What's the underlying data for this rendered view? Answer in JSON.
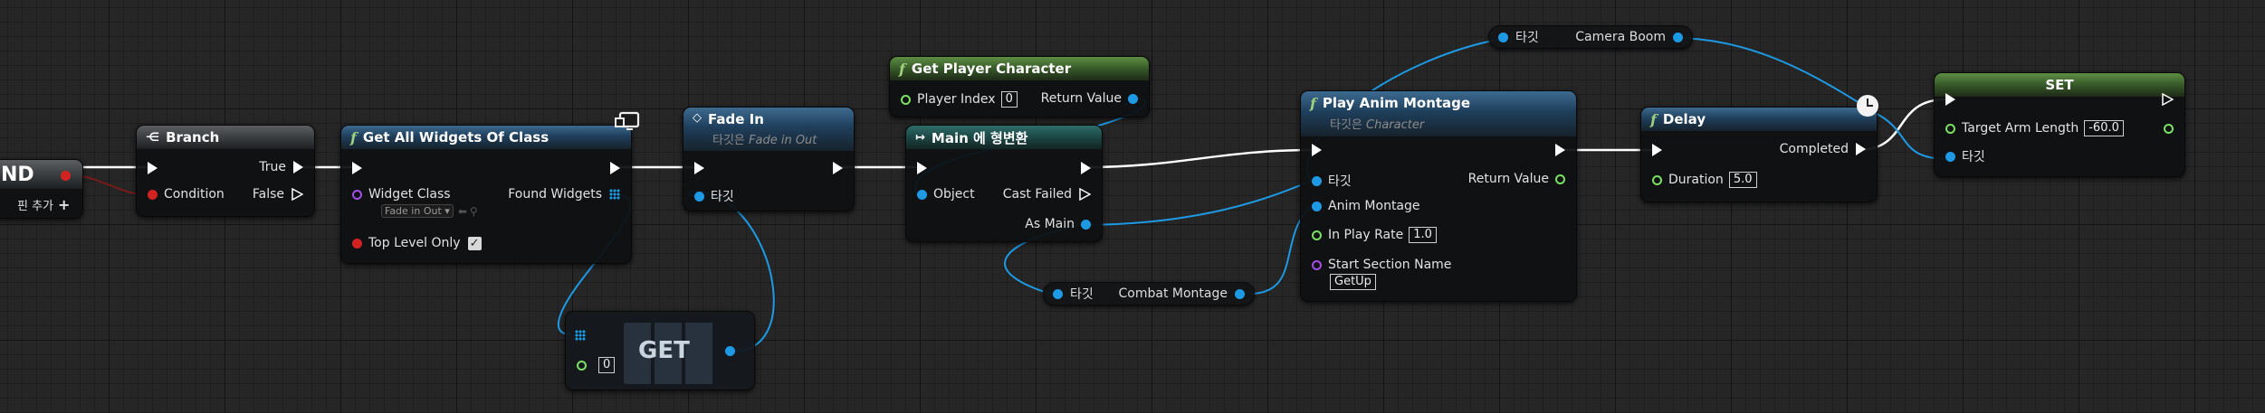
{
  "partial_node": {
    "title": "ND",
    "add_pin": "핀 추가"
  },
  "branch": {
    "title": "Branch",
    "true_label": "True",
    "condition_label": "Condition",
    "false_label": "False"
  },
  "get_all_widgets": {
    "title": "Get All Widgets Of Class",
    "widget_class_label": "Widget Class",
    "widget_class_value": "Fade in Out",
    "found_widgets_label": "Found Widgets",
    "top_level_only_label": "Top Level Only",
    "top_level_only_checked": true
  },
  "get_node": {
    "title": "GET",
    "index_value": "0"
  },
  "fade_in": {
    "title": "Fade In",
    "subtitle": "타깃은 Fade in Out",
    "target_label": "타깃"
  },
  "get_player_character": {
    "title": "Get Player Character",
    "player_index_label": "Player Index",
    "player_index_value": "0",
    "return_value_label": "Return Value"
  },
  "main_cast": {
    "title": "Main 에 형변환",
    "object_label": "Object",
    "cast_failed_label": "Cast Failed",
    "as_main_label": "As Main"
  },
  "combat_montage_get": {
    "target_label": "타깃",
    "var_label": "Combat Montage"
  },
  "camera_boom_get": {
    "target_label": "타깃",
    "var_label": "Camera Boom"
  },
  "play_anim_montage": {
    "title": "Play Anim Montage",
    "subtitle": "타깃은 Character",
    "target_label": "타깃",
    "return_value_label": "Return Value",
    "anim_montage_label": "Anim Montage",
    "in_play_rate_label": "In Play Rate",
    "in_play_rate_value": "1.0",
    "start_section_label": "Start Section Name",
    "start_section_value": "GetUp"
  },
  "delay": {
    "title": "Delay",
    "completed_label": "Completed",
    "duration_label": "Duration",
    "duration_value": "5.0"
  },
  "set_node": {
    "title": "SET",
    "target_arm_length_label": "Target Arm Length",
    "target_arm_length_value": "-60.0",
    "target_label": "타깃"
  },
  "icons": {
    "function": "f-function-icon",
    "branch": "branch-icon",
    "cast": "cast-icon",
    "event": "diamond-event-icon",
    "clock": "latent-clock-icon",
    "monitor": "widget-monitor-icon"
  },
  "colors": {
    "exec_wire": "#ffffff",
    "object_wire": "#1e9ae5",
    "bool_pin": "#d32222",
    "float_pin": "#7ce063",
    "name_pin": "#a44ee8",
    "class_pin": "#8d2fd0"
  }
}
